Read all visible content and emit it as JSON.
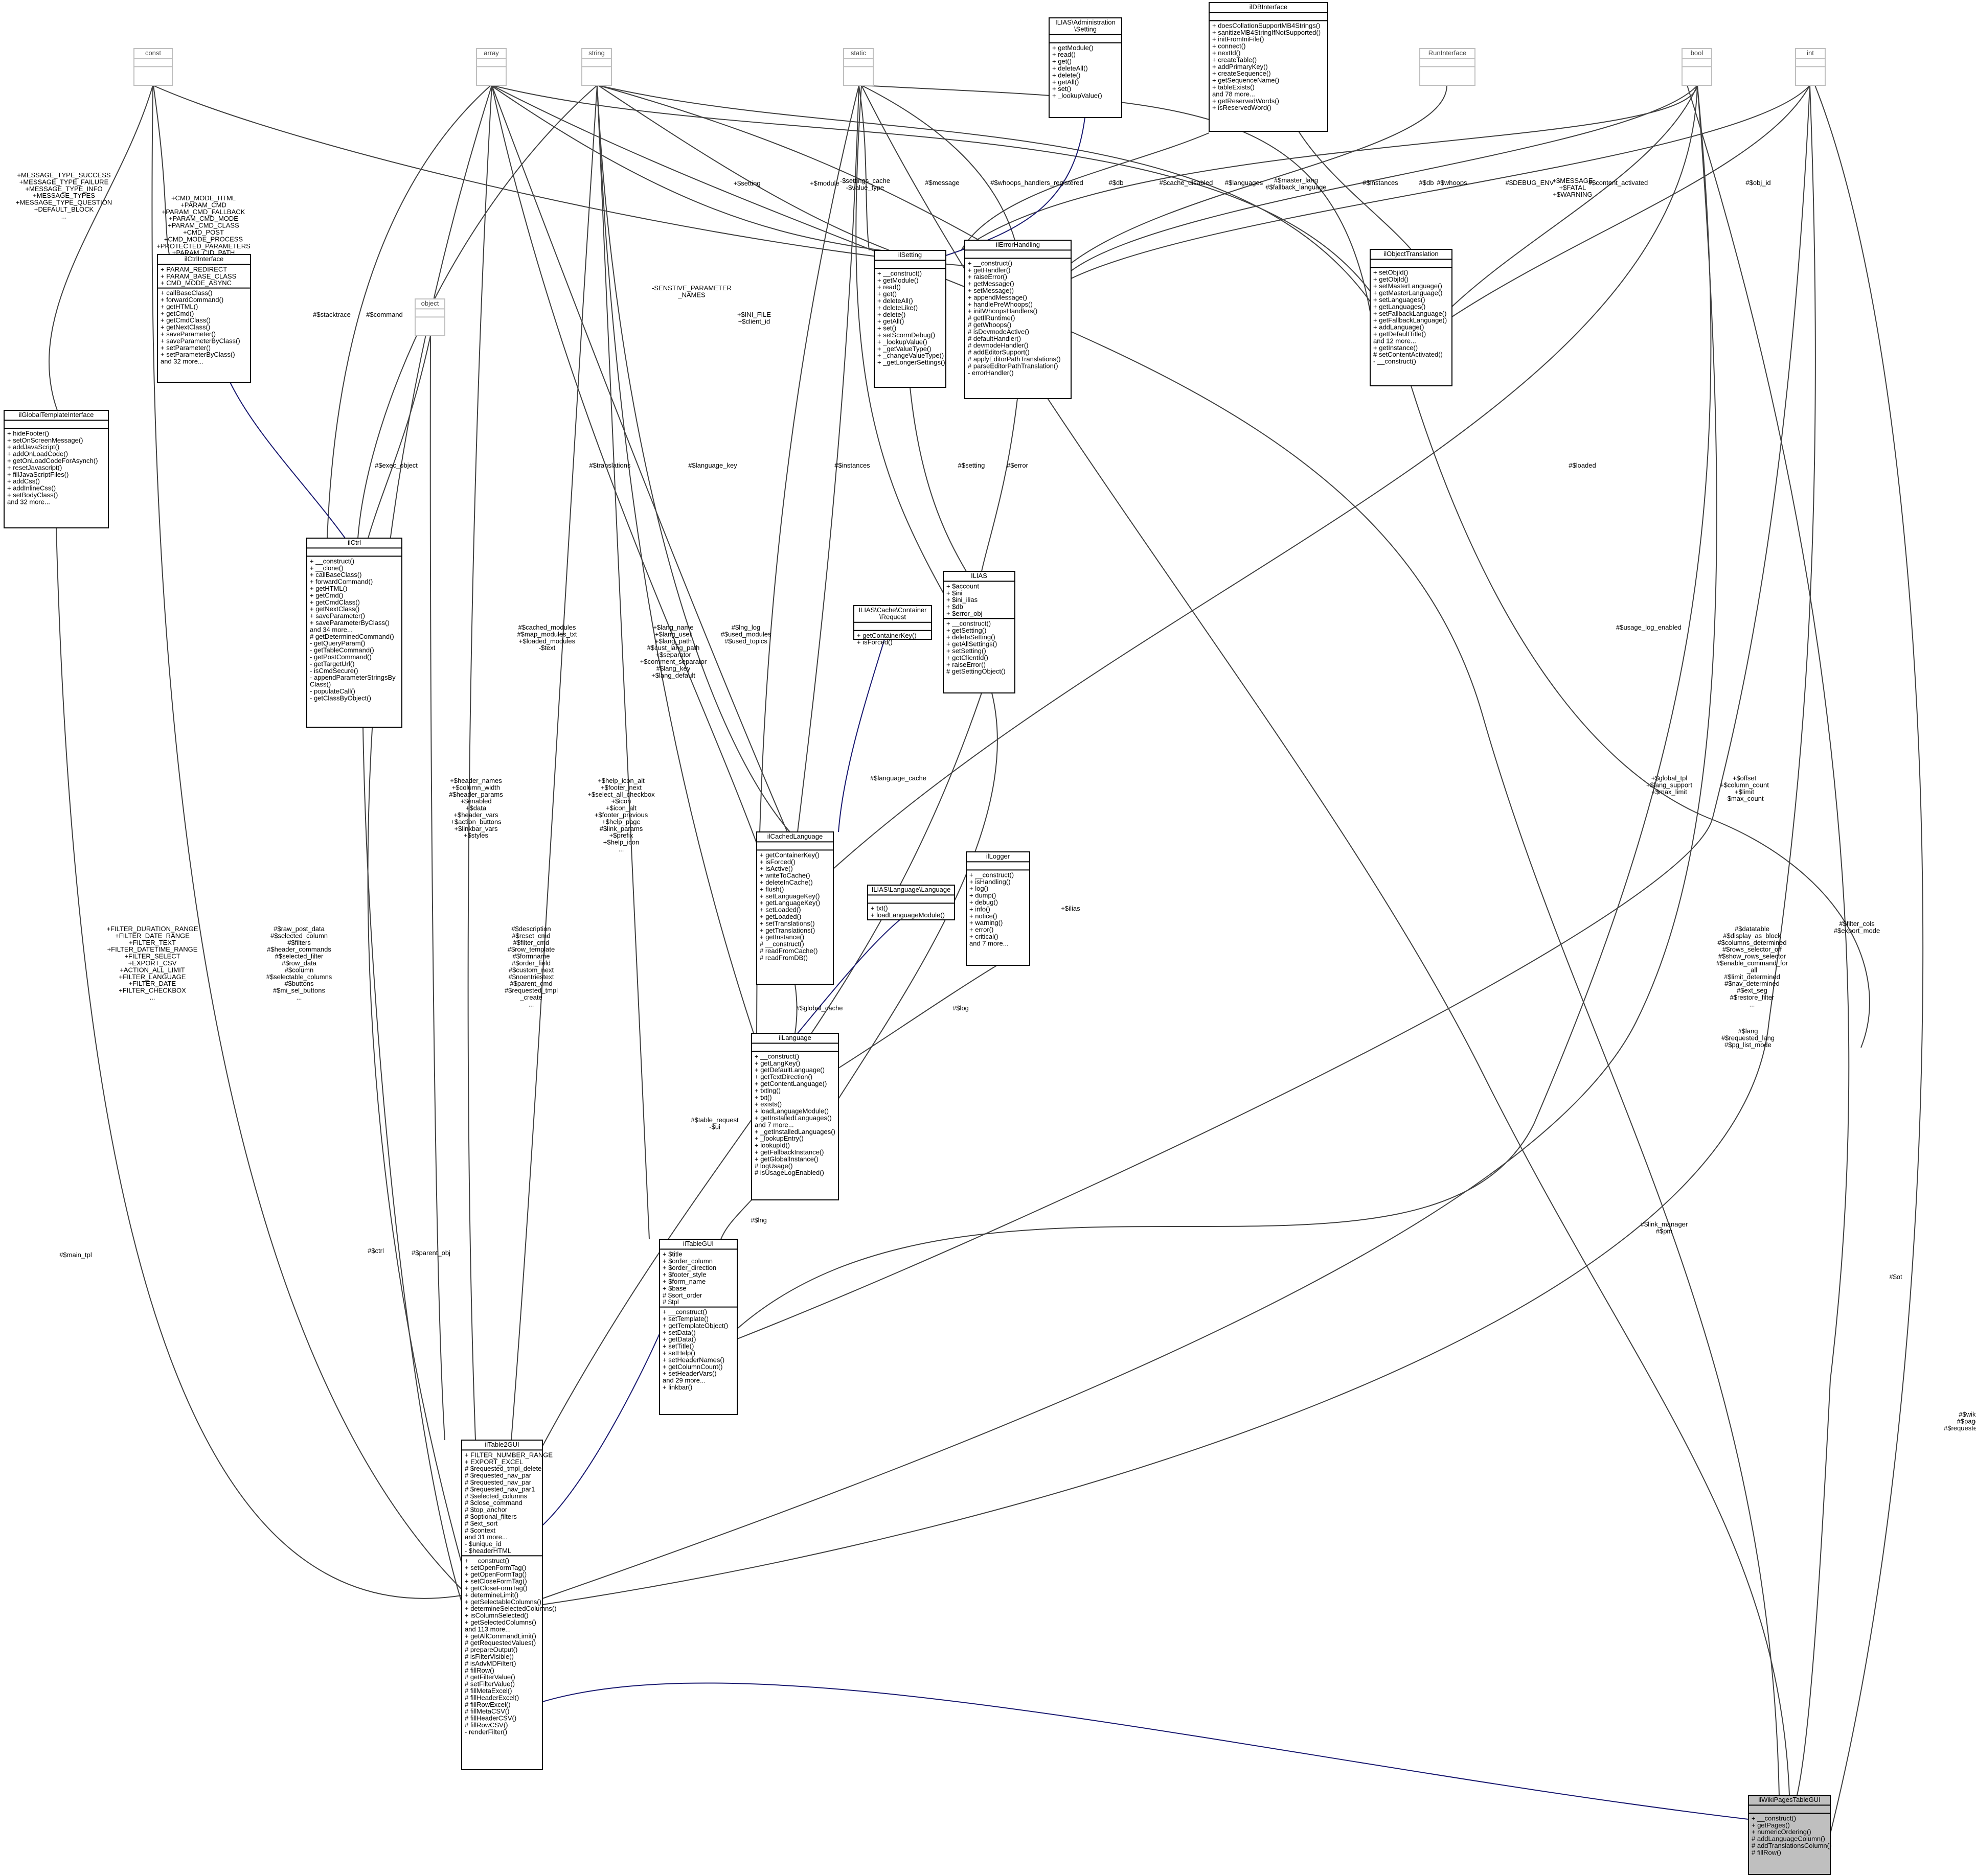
{
  "diagram": {
    "focus_class": "ilWikiPagesTableGUI",
    "classes": [
      {
        "id": "const",
        "name": "const",
        "external": true,
        "attrs": [],
        "ops": []
      },
      {
        "id": "array",
        "name": "array",
        "external": true,
        "attrs": [],
        "ops": []
      },
      {
        "id": "string",
        "name": "string",
        "external": true,
        "attrs": [],
        "ops": []
      },
      {
        "id": "static",
        "name": "static",
        "external": true,
        "attrs": [],
        "ops": []
      },
      {
        "id": "bool",
        "name": "bool",
        "external": true,
        "attrs": [],
        "ops": []
      },
      {
        "id": "int",
        "name": "int",
        "external": true,
        "attrs": [],
        "ops": []
      },
      {
        "id": "runint",
        "name": "RunInterface",
        "external": true,
        "attrs": [],
        "ops": []
      },
      {
        "id": "object",
        "name": "object",
        "external": true,
        "attrs": [],
        "ops": []
      },
      {
        "id": "adminset",
        "name": "ILIAS\\Administration\n\\Setting",
        "external": false,
        "attrs": [],
        "ops": [
          "+ getModule()",
          "+ read()",
          "+ get()",
          "+ deleteAll()",
          "+ delete()",
          "+ getAll()",
          "+ set()",
          "+ _lookupValue()"
        ]
      },
      {
        "id": "dbi",
        "name": "ilDBInterface",
        "external": false,
        "attrs": [],
        "ops": [
          "+ doesCollationSupportMB4Strings()",
          "+ sanitizeMB4StringIfNotSupported()",
          "+ initFromIniFile()",
          "+ connect()",
          "+ nextId()",
          "+ createTable()",
          "+ addPrimaryKey()",
          "+ createSequence()",
          "+ getSequenceName()",
          "+ tableExists()",
          "and 78 more...",
          "+ getReservedWords()",
          "+ isReservedWord()"
        ]
      },
      {
        "id": "ctrlif",
        "name": "ilCtrlInterface",
        "external": false,
        "attrs": [
          "+ PARAM_REDIRECT",
          "+ PARAM_BASE_CLASS",
          "+ CMD_MODE_ASYNC"
        ],
        "ops": [
          "+ callBaseClass()",
          "+ forwardCommand()",
          "+ getHTML()",
          "+ getCmd()",
          "+ getCmdClass()",
          "+ getNextClass()",
          "+ saveParameter()",
          "+ saveParameterByClass()",
          "+ setParameter()",
          "+ setParameterByClass()",
          "and 32 more..."
        ]
      },
      {
        "id": "gti",
        "name": "ilGlobalTemplateInterface",
        "external": false,
        "attrs": [],
        "ops": [
          "+ hideFooter()",
          "+ setOnScreenMessage()",
          "+ addJavaScript()",
          "+ addOnLoadCode()",
          "+ getOnLoadCodeForAsynch()",
          "+ resetJavascript()",
          "+ fillJavaScriptFiles()",
          "+ addCss()",
          "+ addInlineCss()",
          "+ setBodyClass()",
          "and 32 more..."
        ]
      },
      {
        "id": "setting",
        "name": "ilSetting",
        "external": false,
        "attrs": [],
        "ops": [
          "+ __construct()",
          "+ getModule()",
          "+ read()",
          "+ get()",
          "+ deleteAll()",
          "+ deleteLike()",
          "+ delete()",
          "+ getAll()",
          "+ set()",
          "+ setScormDebug()",
          "+ _lookupValue()",
          "+ _getValueType()",
          "+ _changeValueType()",
          "+ _getLongerSettings()"
        ]
      },
      {
        "id": "errh",
        "name": "ilErrorHandling",
        "external": false,
        "attrs": [],
        "ops": [
          "+ __construct()",
          "+ getHandler()",
          "+ raiseError()",
          "+ getMessage()",
          "+ setMessage()",
          "+ appendMessage()",
          "+ handlePreWhoops()",
          "+ initWhoopsHandlers()",
          "# getIlRuntime()",
          "# getWhoops()",
          "# isDevmodeActive()",
          "# defaultHandler()",
          "# devmodeHandler()",
          "# addEditorSupport()",
          "# applyEditorPathTranslations()",
          "# parseEditorPathTranslation()",
          "- errorHandler()"
        ]
      },
      {
        "id": "objtr",
        "name": "ilObjectTranslation",
        "external": false,
        "attrs": [],
        "ops": [
          "+ setObjId()",
          "+ getObjId()",
          "+ setMasterLanguage()",
          "+ getMasterLanguage()",
          "+ setLanguages()",
          "+ getLanguages()",
          "+ setFallbackLanguage()",
          "+ getFallbackLanguage()",
          "+ addLanguage()",
          "+ getDefaultTitle()",
          "and 12 more...",
          "+ getInstance()",
          "# setContentActivated()",
          "- __construct()"
        ]
      },
      {
        "id": "ctrl",
        "name": "ilCtrl",
        "external": false,
        "attrs": [],
        "ops": [
          "+ __construct()",
          "+ __clone()",
          "+ callBaseClass()",
          "+ forwardCommand()",
          "+ getHTML()",
          "+ getCmd()",
          "+ getCmdClass()",
          "+ getNextClass()",
          "+ saveParameter()",
          "+ saveParameterByClass()",
          "and 34 more...",
          "# getDeterminedCommand()",
          "- getQueryParam()",
          "- getTableCommand()",
          "- getPostCommand()",
          "- getTargetUrl()",
          "- isCmdSecure()",
          "- appendParameterStringsBy",
          "Class()",
          "- populateCall()",
          "- getClassByObject()"
        ]
      },
      {
        "id": "ilias",
        "name": "ILIAS",
        "external": false,
        "attrs": [
          "+ $account",
          "+ $ini",
          "+ $ini_ilias",
          "+ $db",
          "+ $error_obj"
        ],
        "ops": [
          "+ __construct()",
          "+ getSetting()",
          "+ deleteSetting()",
          "+ getAllSettings()",
          "+ setSetting()",
          "+ getClientId()",
          "+ raiseError()",
          "# getSettingObject()"
        ]
      },
      {
        "id": "cachereq",
        "name": "ILIAS\\Cache\\Container\n\\Request",
        "external": false,
        "attrs": [],
        "ops": [
          "+ getContainerKey()",
          "+ isForced()"
        ]
      },
      {
        "id": "cachedlang",
        "name": "ilCachedLanguage",
        "external": false,
        "attrs": [],
        "ops": [
          "+ getContainerKey()",
          "+ isForced()",
          "+ isActive()",
          "+ writeToCache()",
          "+ deleteInCache()",
          "+ flush()",
          "+ setLanguageKey()",
          "+ getLanguageKey()",
          "+ setLoaded()",
          "+ getLoaded()",
          "+ setTranslations()",
          "+ getTranslations()",
          "+ getInstance()",
          "# __construct()",
          "# readFromCache()",
          "# readFromDB()"
        ]
      },
      {
        "id": "logger",
        "name": "ilLogger",
        "external": false,
        "attrs": [],
        "ops": [
          "+ __construct()",
          "+ isHandling()",
          "+ log()",
          "+ dump()",
          "+ debug()",
          "+ info()",
          "+ notice()",
          "+ warning()",
          "+ error()",
          "+ critical()",
          "and 7 more..."
        ]
      },
      {
        "id": "langif",
        "name": "ILIAS\\Language\\Language",
        "external": false,
        "attrs": [],
        "ops": [
          "+ txt()",
          "+ loadLanguageModule()"
        ]
      },
      {
        "id": "lang",
        "name": "ilLanguage",
        "external": false,
        "attrs": [],
        "ops": [
          "+ __construct()",
          "+ getLangKey()",
          "+ getDefaultLanguage()",
          "+ getTextDirection()",
          "+ getContentLanguage()",
          "+ txtlng()",
          "+ txt()",
          "+ exists()",
          "+ loadLanguageModule()",
          "+ getInstalledLanguages()",
          "and 7 more...",
          "+ _getInstalledLanguages()",
          "+ _lookupEntry()",
          "+ lookupId()",
          "+ getFallbackInstance()",
          "+ getGlobalInstance()",
          "# logUsage()",
          "# isUsageLogEnabled()"
        ]
      },
      {
        "id": "tablegui",
        "name": "ilTableGUI",
        "external": false,
        "attrs": [
          "+ $title",
          "+ $order_column",
          "+ $order_direction",
          "+ $footer_style",
          "+ $form_name",
          "+ $base",
          "# $sort_order",
          "# $tpl"
        ],
        "ops": [
          "+ __construct()",
          "+ setTemplate()",
          "+ getTemplateObject()",
          "+ setData()",
          "+ getData()",
          "+ setTitle()",
          "+ setHelp()",
          "+ setHeaderNames()",
          "+ getColumnCount()",
          "+ setHeaderVars()",
          "and 29 more...",
          "+ linkbar()"
        ]
      },
      {
        "id": "table2",
        "name": "ilTable2GUI",
        "external": false,
        "attrs": [
          "+ FILTER_NUMBER_RANGE",
          "+ EXPORT_EXCEL",
          "# $requested_tmpl_delete",
          "# $requested_nav_par",
          "# $requested_nav_par",
          "# $requested_nav_par1",
          "# $selected_columns",
          "# $close_command",
          "# $top_anchor",
          "# $optional_filters",
          "# $ext_sort",
          "# $context",
          "and 31 more...",
          "- $unique_id",
          "- $headerHTML"
        ],
        "ops": [
          "+ __construct()",
          "+ setOpenFormTag()",
          "+ getOpenFormTag()",
          "+ setCloseFormTag()",
          "+ getCloseFormTag()",
          "+ determineLimit()",
          "+ getSelectableColumns()",
          "+ determineSelectedColumns()",
          "+ isColumnSelected()",
          "+ getSelectedColumns()",
          "and 113 more...",
          "+ getAllCommandLimit()",
          "# getRequestedValues()",
          "# prepareOutput()",
          "# isFilterVisible()",
          "# isAdvMDFilter()",
          "# fillRow()",
          "# getFilterValue()",
          "# setFilterValue()",
          "# fillMetaExcel()",
          "# fillHeaderExcel()",
          "# fillRowExcel()",
          "# fillMetaCSV()",
          "# fillHeaderCSV()",
          "# fillRowCSV()",
          "- renderFilter()"
        ]
      },
      {
        "id": "wiki",
        "name": "ilWikiPagesTableGUI",
        "external": false,
        "focus": true,
        "attrs": [],
        "ops": [
          "+ __construct()",
          "+ getPages()",
          "+ numericOrdering()",
          "# addLanguageColumn()",
          "# addTranslationsColumn()",
          "# fillRow()"
        ]
      }
    ],
    "edge_labels": [
      {
        "id": "l1",
        "text": "+MESSAGE_TYPE_SUCCESS\n+MESSAGE_TYPE_FAILURE\n+MESSAGE_TYPE_INFO\n+MESSAGE_TYPES\n+MESSAGE_TYPE_QUESTION\n+DEFAULT_BLOCK\n..."
      },
      {
        "id": "l2",
        "text": "+CMD_MODE_HTML\n+PARAM_CMD\n+PARAM_CMD_FALLBACK\n+PARAM_CMD_MODE\n+PARAM_CMD_CLASS\n+CMD_POST\n+CMD_MODE_PROCESS\n+PROTECTED_PARAMETERS\n+PARAM_CID_PATH\n+PARAM_CSRF_TOKEN\n..."
      },
      {
        "id": "l3",
        "text": "-SENSTIVE_PARAMETER\n_NAMES"
      },
      {
        "id": "l4",
        "text": "+$setting"
      },
      {
        "id": "l5",
        "text": "+$module"
      },
      {
        "id": "l6",
        "text": "-$settings_cache\n-$value_type"
      },
      {
        "id": "l7",
        "text": "#$message"
      },
      {
        "id": "l8",
        "text": "#$whoops_handlers_registered"
      },
      {
        "id": "l9",
        "text": "#$db"
      },
      {
        "id": "l10",
        "text": "#$cache_disabled"
      },
      {
        "id": "l11",
        "text": "#$languages"
      },
      {
        "id": "l12",
        "text": "#$master_lang\n#$fallback_language"
      },
      {
        "id": "l13",
        "text": "#$instances"
      },
      {
        "id": "l14",
        "text": "#$db"
      },
      {
        "id": "l15",
        "text": "#$whoops"
      },
      {
        "id": "l16",
        "text": "#$DEBUG_ENV"
      },
      {
        "id": "l17",
        "text": "+$MESSAGE\n+$FATAL\n+$WARNING"
      },
      {
        "id": "l18",
        "text": "#$content_activated"
      },
      {
        "id": "l19",
        "text": "#$obj_id"
      },
      {
        "id": "l20",
        "text": "#$stacktrace"
      },
      {
        "id": "l21",
        "text": "#$command"
      },
      {
        "id": "l22",
        "text": "#$exec_object"
      },
      {
        "id": "l23",
        "text": "+$INI_FILE\n+$client_id"
      },
      {
        "id": "l24",
        "text": "#$translations"
      },
      {
        "id": "l25",
        "text": "#$language_key"
      },
      {
        "id": "l26",
        "text": "#$instances"
      },
      {
        "id": "l27",
        "text": "#$setting"
      },
      {
        "id": "l28",
        "text": "#$error"
      },
      {
        "id": "l29",
        "text": "#$loaded"
      },
      {
        "id": "l30",
        "text": "#$cached_modules\n#$map_modules_txt\n+$loaded_modules\n-$text"
      },
      {
        "id": "l31",
        "text": "+$lang_name\n+$lang_user\n+$lang_path\n#$cust_lang_path\n+$separator\n+$comment_separator\n#$lang_key\n+$lang_default"
      },
      {
        "id": "l32",
        "text": "#$lng_log\n#$used_modules\n#$used_topics"
      },
      {
        "id": "l33",
        "text": "#$usage_log_enabled"
      },
      {
        "id": "l34",
        "text": "#$language_cache"
      },
      {
        "id": "l35",
        "text": "+$header_names\n+$column_width\n#$header_params\n+$enabled\n+$data\n+$header_vars\n+$action_buttons\n+$linkbar_vars\n+$styles"
      },
      {
        "id": "l36",
        "text": "+$help_icon_alt\n+$footer_next\n+$select_all_checkbox\n+$icon\n+$icon_alt\n+$footer_previous\n+$help_page\n#$link_params\n+$prefix\n+$help_icon\n..."
      },
      {
        "id": "l37",
        "text": "+$ilias"
      },
      {
        "id": "l38",
        "text": "+$global_tpl\n+$lang_support\n+$max_limit"
      },
      {
        "id": "l39",
        "text": "+$offset\n+$column_count\n+$limit\n-$max_count"
      },
      {
        "id": "l40",
        "text": "#$description\n#$reset_cmd\n#$filter_cmd\n#$row_template\n#$formname\n#$order_field\n#$custom_next\n#$noentriestext\n#$parent_cmd\n#$requested_tmpl\n_create\n..."
      },
      {
        "id": "l41",
        "text": "#$raw_post_data\n#$selected_column\n#$filters\n#$header_commands\n#$selected_filter\n#$row_data\n#$column\n#$selectable_columns\n#$buttons\n#$mi_sel_buttons\n..."
      },
      {
        "id": "l42",
        "text": "+FILTER_DURATION_RANGE\n+FILTER_DATE_RANGE\n+FILTER_TEXT\n+FILTER_DATETIME_RANGE\n+FILTER_SELECT\n+EXPORT_CSV\n+ACTION_ALL_LIMIT\n+FILTER_LANGUAGE\n+FILTER_DATE\n+FILTER_CHECKBOX\n..."
      },
      {
        "id": "l43",
        "text": "#$global_cache"
      },
      {
        "id": "l44",
        "text": "#$log"
      },
      {
        "id": "l45",
        "text": "#$lng"
      },
      {
        "id": "l46",
        "text": "#$datatable\n#$display_as_block\n#$columns_determined\n#$rows_selector_off\n#$show_rows_selector\n#$enable_command_for\n_all\n#$limit_determined\n#$nav_determined\n#$ext_seg\n#$restore_filter\n..."
      },
      {
        "id": "l47",
        "text": "#$filter_cols\n#$export_mode"
      },
      {
        "id": "l48",
        "text": "#$main_tpl"
      },
      {
        "id": "l49",
        "text": "#$parent_obj"
      },
      {
        "id": "l50",
        "text": "#$ctrl"
      },
      {
        "id": "l51",
        "text": "#$table_request\n-$ui"
      },
      {
        "id": "l52",
        "text": "#$lang\n#$requested_lang\n#$pg_list_mode"
      },
      {
        "id": "l53",
        "text": "#$link_manager\n#$pm"
      },
      {
        "id": "l54",
        "text": "#$ot"
      },
      {
        "id": "l55",
        "text": "#$wiki_id\n#$page_id\n#$requested_ref_id"
      }
    ]
  }
}
